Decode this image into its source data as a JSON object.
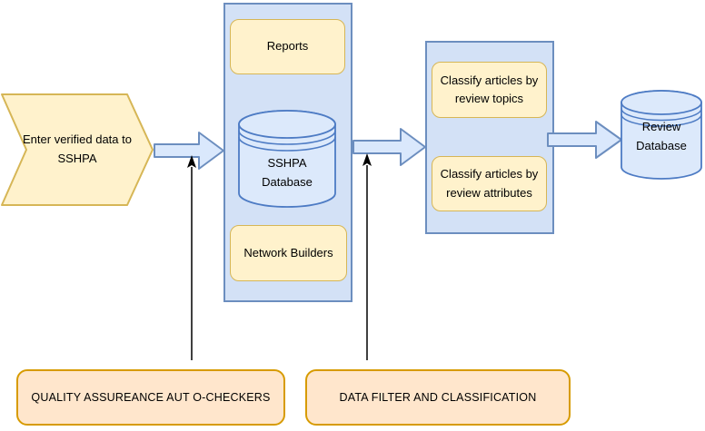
{
  "diagram": {
    "input_chevron": {
      "label": "Enter verified data to SSHPA"
    },
    "sshpa_container": {
      "reports_label": "Reports",
      "database_label": "SSHPA Database",
      "network_builders_label": "Network Builders"
    },
    "classification_container": {
      "topics_label": "Classify articles by review topics",
      "attributes_label": "Classify articles by review attributes"
    },
    "review_database": {
      "label": "Review Database"
    },
    "annotations": {
      "quality_assurance_label": "QUALITY ASSUREANCE AUT O-CHECKERS",
      "data_filter_label": "DATA FILTER AND CLASSIFICATION"
    },
    "colors": {
      "yellow_fill": "#FFF2CC",
      "yellow_stroke": "#D6B656",
      "blue_container_fill": "#D3E1F6",
      "blue_cylinder_fill": "#DCE9FB",
      "blue_stroke": "#6C8EBF",
      "cylinder_stroke": "#4D7BC4",
      "orange_fill": "#FFE6CC",
      "orange_stroke": "#D79B00",
      "annotation_arrow_color": "#000000"
    }
  }
}
